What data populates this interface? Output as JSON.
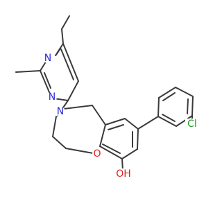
{
  "colors": {
    "background": "#ffffff",
    "bond": "#3a3a3a",
    "nitrogen": "#2b2bdb",
    "oxygen": "#e02020",
    "chlorine": "#1fa31f"
  },
  "molecule": {
    "atoms": {
      "n_pyrimidine_top": "N",
      "n_pyrimidine_bottom": "N",
      "n_azepine": "N",
      "o_ring": "O",
      "hydroxyl": "OH",
      "chlorine": "Cl"
    }
  }
}
